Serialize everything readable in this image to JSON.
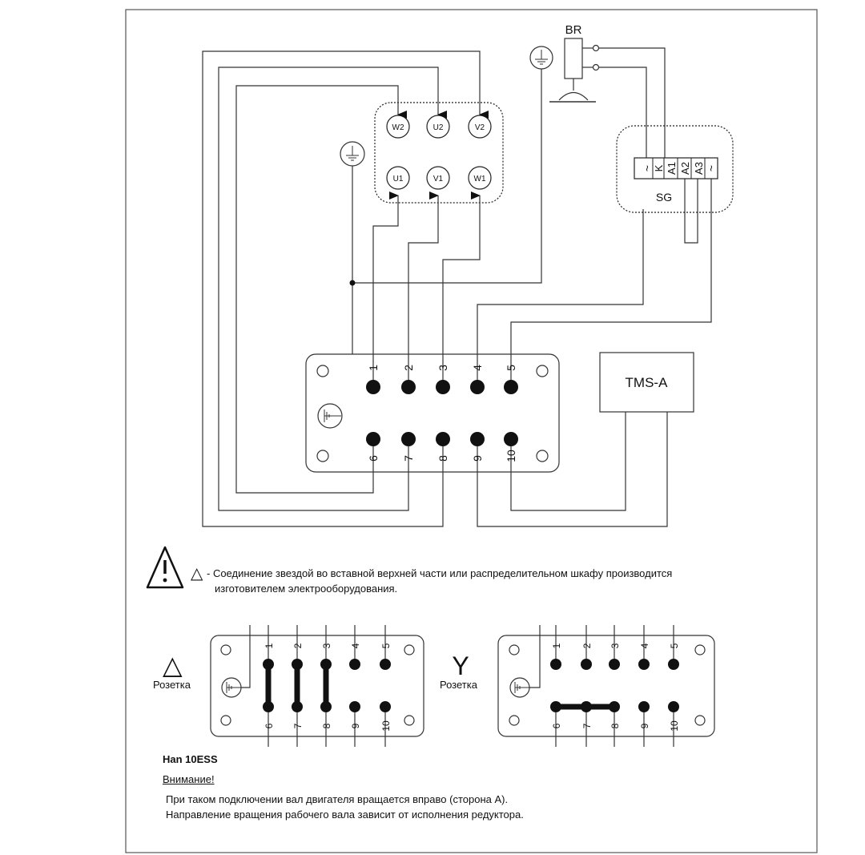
{
  "motor": {
    "top_terminals": [
      "W2",
      "U2",
      "V2"
    ],
    "bottom_terminals": [
      "U1",
      "V1",
      "W1"
    ]
  },
  "brake": {
    "label": "BR"
  },
  "rectifier": {
    "label": "SG",
    "terminals": [
      "~",
      "K",
      "A1",
      "A2",
      "A3",
      "~"
    ]
  },
  "tms": {
    "label": "TMS-A"
  },
  "connector": {
    "top_pins": [
      "1",
      "2",
      "3",
      "4",
      "5"
    ],
    "bottom_pins": [
      "6",
      "7",
      "8",
      "9",
      "10"
    ]
  },
  "warning": {
    "symbol": "△",
    "line1": "- Соединение звездой во вставной верхней части или распределительном шкафу производится",
    "line2": "изготовителем электрооборудования."
  },
  "delta_scheme": {
    "symbol": "△",
    "label": "Розетка"
  },
  "star_scheme": {
    "symbol": "Y",
    "label": "Розетка"
  },
  "model": "Han 10ESS",
  "attention": {
    "title": "Внимание!",
    "line1": "При таком подключении вал двигателя вращается вправо (сторона А).",
    "line2": "Направление вращения рабочего вала зависит от исполнения редуктора."
  }
}
